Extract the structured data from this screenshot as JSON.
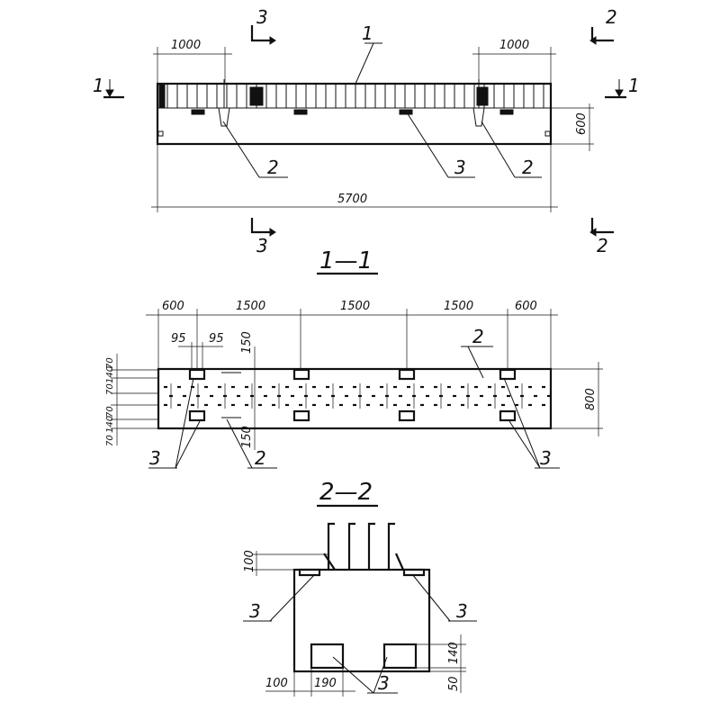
{
  "top_view": {
    "dim_left": "1000",
    "dim_right": "1000",
    "dim_total": "5700",
    "dim_height": "600",
    "callout_1": "1",
    "callout_2a": "2",
    "callout_3": "3",
    "callout_2b": "2",
    "cut_3_top": "3",
    "cut_3_bottom": "3",
    "cut_2_top": "2",
    "cut_2_bottom": "2",
    "cut_1_left": "1",
    "cut_1_right": "1"
  },
  "section_1_1": {
    "title": "1—1",
    "dims_top": [
      "600",
      "1500",
      "1500",
      "1500",
      "600"
    ],
    "dim_95_a": "95",
    "dim_95_b": "95",
    "dim_150_top": "150",
    "dim_150_bottom": "150",
    "dims_left_top": [
      "70",
      "140",
      "70"
    ],
    "dims_left_bottom": [
      "70",
      "140",
      "70"
    ],
    "dim_height": "800",
    "callout_2_top": "2",
    "callout_3_left": "3",
    "callout_2_bottom": "2",
    "callout_3_right": "3"
  },
  "section_2_2": {
    "title": "2—2",
    "dim_100_top": "100",
    "dim_100_bottom": "100",
    "dim_190": "190",
    "dim_140": "140",
    "dim_50": "50",
    "callout_3_left": "3",
    "callout_3_right": "3",
    "callout_3_bottom": "3"
  }
}
